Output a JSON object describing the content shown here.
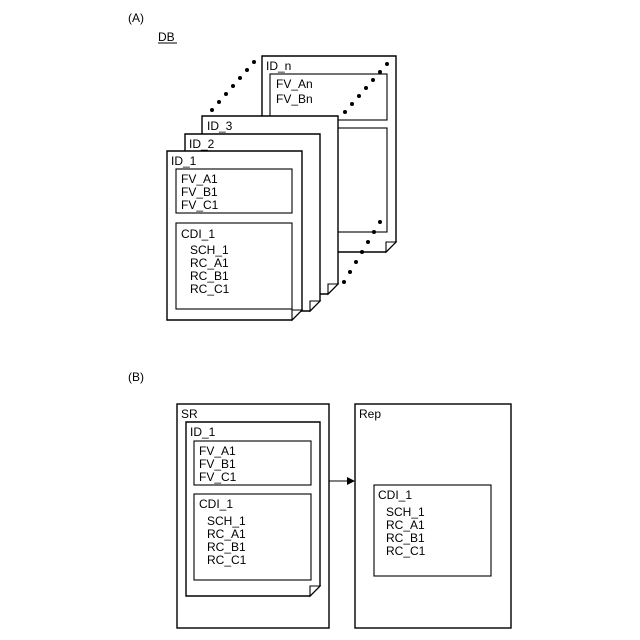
{
  "panel_a": {
    "label": "(A)",
    "db_label": "DB",
    "pages": [
      "ID_n",
      "ID_3",
      "ID_2",
      "ID_1"
    ],
    "idn_features": [
      "FV_An",
      "FV_Bn"
    ],
    "id1_features": [
      "FV_A1",
      "FV_B1",
      "FV_C1"
    ],
    "id1_cdi": {
      "title": "CDI_1",
      "items": [
        "SCH_1",
        "RC_A1",
        "RC_B1",
        "RC_C1"
      ]
    }
  },
  "panel_b": {
    "label": "(B)",
    "sr_label": "SR",
    "id_label": "ID_1",
    "features": [
      "FV_A1",
      "FV_B1",
      "FV_C1"
    ],
    "cdi": {
      "title": "CDI_1",
      "items": [
        "SCH_1",
        "RC_A1",
        "RC_B1",
        "RC_C1"
      ]
    },
    "rep_label": "Rep",
    "rep_cdi": {
      "title": "CDI_1",
      "items": [
        "SCH_1",
        "RC_A1",
        "RC_B1",
        "RC_C1"
      ]
    }
  }
}
